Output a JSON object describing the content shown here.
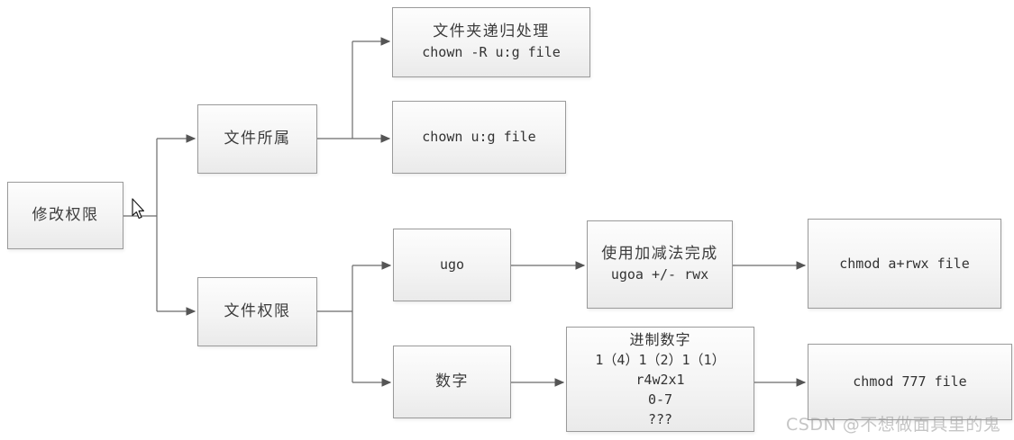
{
  "nodes": {
    "modify": {
      "label": "修改权限"
    },
    "owner": {
      "label": "文件所属"
    },
    "recursive": {
      "title": "文件夹递归处理",
      "command": "chown -R u:g file"
    },
    "chown": {
      "command": "chown u:g file"
    },
    "perm": {
      "label": "文件权限"
    },
    "ugo": {
      "label": "ugo"
    },
    "plusminus": {
      "title": "使用加减法完成",
      "command": "ugoa +/- rwx"
    },
    "chmod_plus": {
      "command": "chmod a+rwx file"
    },
    "digit": {
      "label": "数字"
    },
    "octal": {
      "lines": [
        "进制数字",
        "1（4）1（2）1（1）",
        "r4w2x1",
        "0-7",
        "???"
      ]
    },
    "chmod777": {
      "command": "chmod 777 file"
    }
  },
  "watermark": {
    "text": "CSDN @不想做面具里的鬼"
  },
  "colors": {
    "box_border": "#9a9a9a",
    "box_fill_top": "#fdfdfd",
    "box_fill_bottom": "#eaeaea",
    "connector": "#6b6b6b",
    "text": "#3d3d3d",
    "watermark": "#969696"
  }
}
